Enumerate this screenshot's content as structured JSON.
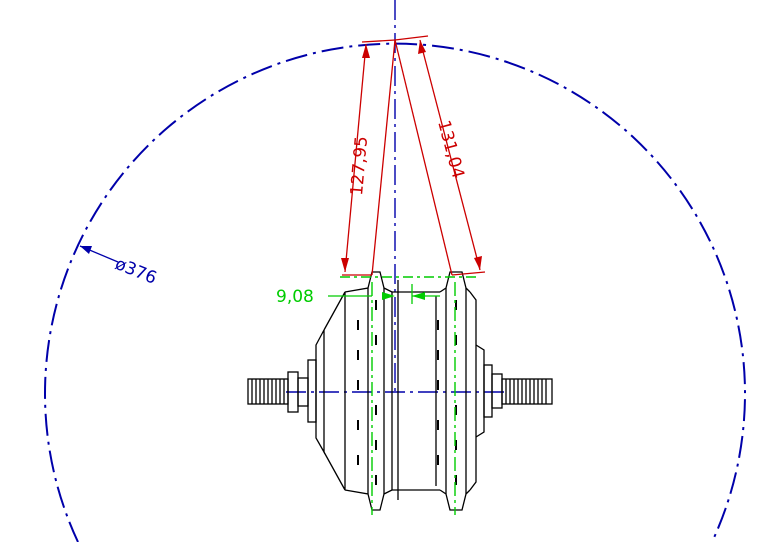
{
  "dimensions": {
    "spoke_left": "127,95",
    "spoke_right": "131,04",
    "flange_offset": "9,08",
    "rim_diameter": "ø376"
  },
  "colors": {
    "outline": "#000000",
    "centerline": "#0000aa",
    "rim_circle": "#0000aa",
    "spoke_dimension": "#cc0000",
    "flange_dimension": "#00cc00"
  }
}
